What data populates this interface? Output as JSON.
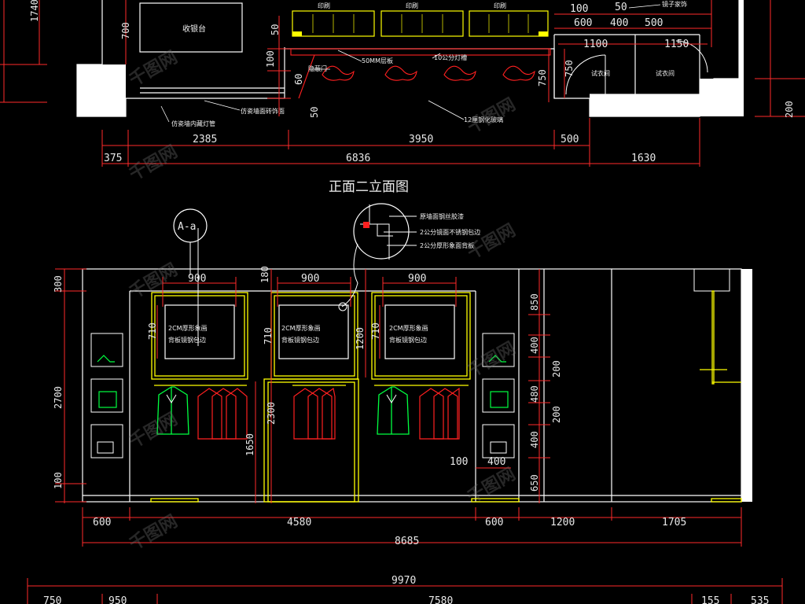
{
  "drawing": {
    "plan": {
      "room_labels": [
        "收银台",
        "试衣间",
        "试衣间"
      ],
      "notes": [
        "50MM层板",
        "10公分灯槽",
        "隐蔽门",
        "仿瓷墙内藏灯管",
        "仿瓷墙面砖饰面",
        "12厘钢化玻璃",
        "镜子家饰"
      ],
      "bottom_dims": [
        "2385",
        "3950",
        "500"
      ],
      "total_dims": [
        "375",
        "6836",
        "1630"
      ],
      "top_dims": [
        "100",
        "50",
        "600",
        "400",
        "500",
        "1100",
        "1150"
      ],
      "left_dims": [
        "1740",
        "700",
        "50",
        "100",
        "60",
        "750",
        "50",
        "750",
        "200"
      ],
      "shelf_labels": [
        "印刷",
        "印刷",
        "印刷"
      ]
    },
    "elevation": {
      "title": "正面二立面图",
      "section_tag": "A-a",
      "detail_notes": [
        "原墙面钢丝胶漆",
        "2公分镜面不锈钢包边",
        "2公分厚形象面背板"
      ],
      "panel_note_line1": "2CM厚形象画",
      "panel_note_line2": "背板镜钢包边",
      "panel_widths": [
        "900",
        "900",
        "900"
      ],
      "panel_heights": [
        "710",
        "710",
        "1200"
      ],
      "left_dims": [
        "300",
        "2700",
        "100"
      ],
      "mid_dims": [
        "180",
        "2300",
        "1650"
      ],
      "right_dims": [
        "850",
        "400",
        "200",
        "480",
        "200",
        "400",
        "650"
      ],
      "small_dims": [
        "100",
        "400"
      ],
      "bottom_row": [
        "600",
        "4580",
        "600",
        "1200",
        "1705"
      ],
      "total_row": [
        "8685"
      ],
      "overall_row": [
        "9970"
      ],
      "last_row": [
        "750",
        "950",
        "7580",
        "155",
        "535"
      ]
    },
    "watermark": "千图网"
  },
  "colors": {
    "wall": "#ffffff",
    "dimension": "#ff2a2a",
    "shelf": "#ffff00",
    "garment": "#ff2020",
    "suit": "#00ff40",
    "text": "#f0f0f0"
  }
}
